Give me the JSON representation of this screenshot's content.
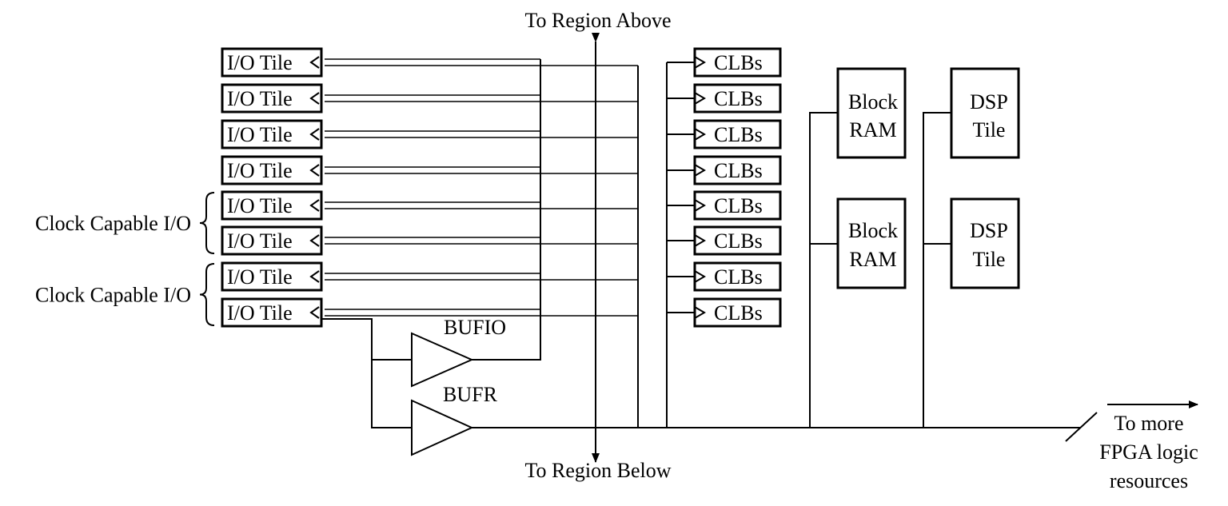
{
  "labels": {
    "region_above": "To Region Above",
    "region_below": "To Region Below",
    "bufio": "BUFIO",
    "bufr": "BUFR",
    "more_logic": [
      "To more",
      "FPGA logic",
      "resources"
    ]
  },
  "io_tiles": [
    "I/O Tile",
    "I/O Tile",
    "I/O Tile",
    "I/O Tile",
    "I/O Tile",
    "I/O Tile",
    "I/O Tile",
    "I/O Tile"
  ],
  "clock_groups": [
    "Clock Capable I/O",
    "Clock Capable I/O"
  ],
  "clbs": [
    "CLBs",
    "CLBs",
    "CLBs",
    "CLBs",
    "CLBs",
    "CLBs",
    "CLBs",
    "CLBs"
  ],
  "block_ram": [
    {
      "line1": "Block",
      "line2": "RAM"
    },
    {
      "line1": "Block",
      "line2": "RAM"
    }
  ],
  "dsp": [
    {
      "line1": "DSP",
      "line2": "Tile"
    },
    {
      "line1": "DSP",
      "line2": "Tile"
    }
  ]
}
